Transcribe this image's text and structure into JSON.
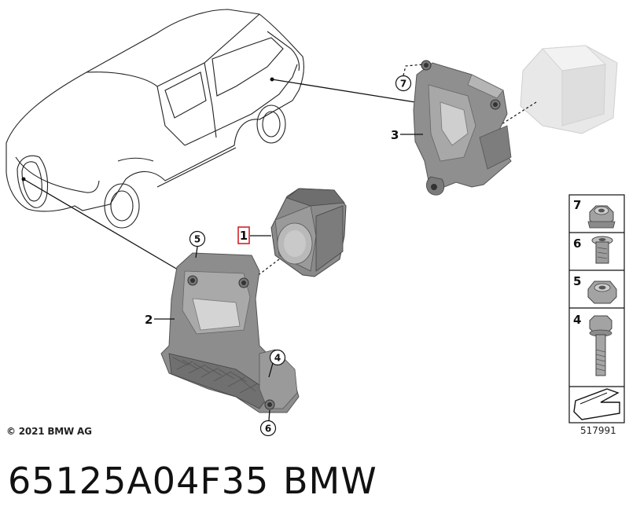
{
  "callouts": {
    "part_1": "1",
    "part_2": "2",
    "part_3": "3",
    "part_4": "4",
    "part_5": "5",
    "part_6": "6",
    "part_7": "7"
  },
  "legend": {
    "items": [
      {
        "number": "7",
        "name": "flange-nut"
      },
      {
        "number": "6",
        "name": "rivet-nut"
      },
      {
        "number": "5",
        "name": "hex-nut"
      },
      {
        "number": "4",
        "name": "hex-bolt"
      }
    ],
    "arrow_icon": "direction-arrow-icon"
  },
  "copyright": "© 2021 BMW AG",
  "diagram_id": "517991",
  "part_number": "65125A04F35",
  "brand": "BMW",
  "colors": {
    "highlight_box": "#d0141a",
    "part_grey": "#8e8e8e",
    "ghost_part": "#e6e6e6"
  }
}
